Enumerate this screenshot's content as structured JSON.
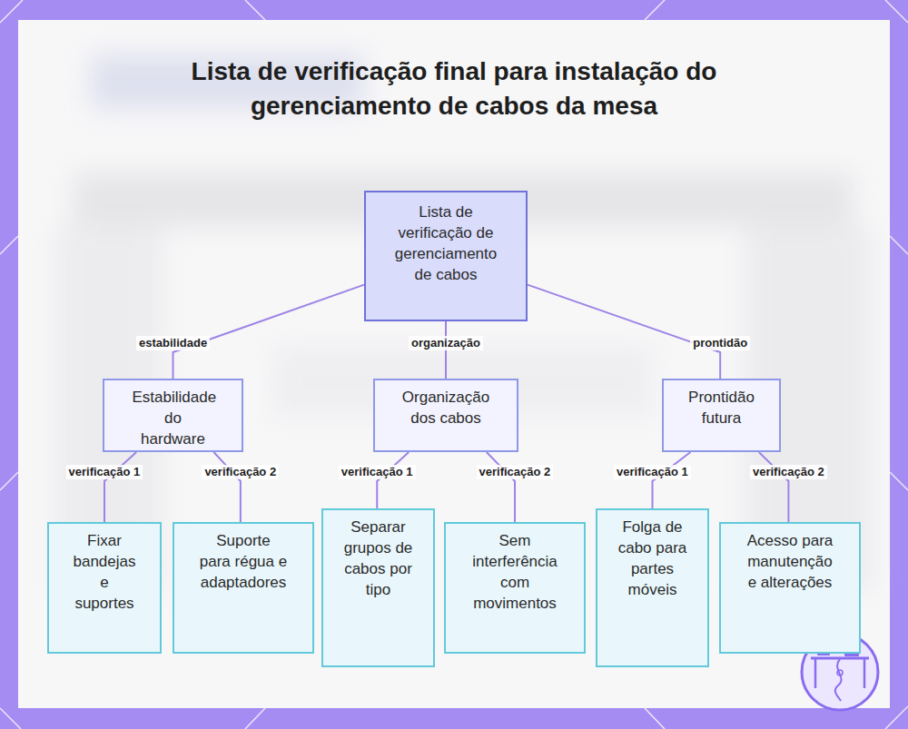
{
  "diagram": {
    "title": "Lista de verificação final para instalação do gerenciamento de cabos da mesa",
    "nodes": [
      {
        "text": [
          "Lista de verificação de gerenciamento de cabos"
        ]
      },
      {
        "text": [
          "Estabilidade do hardware"
        ]
      },
      {
        "text": [
          "Organização dos cabos"
        ]
      },
      {
        "text": [
          "Prontidão futura"
        ]
      },
      {
        "text": [
          "Fixar bandejas e suportes"
        ]
      },
      {
        "text": [
          "Suporte para régua e adaptadores"
        ]
      },
      {
        "text": [
          "Separar grupos de cabos por tipo"
        ]
      },
      {
        "text": [
          "Sem interferência com movimentos"
        ]
      },
      {
        "text": [
          "Folga de cabo para partes móveis"
        ]
      },
      {
        "text": [
          "Acesso para manutenção e alterações"
        ]
      }
    ],
    "edges": [
      {
        "from": 0,
        "to": 1,
        "arrow": "none",
        "label": "estabilidade"
      },
      {
        "from": 0,
        "to": 2,
        "arrow": "none",
        "label": "organização"
      },
      {
        "from": 0,
        "to": 3,
        "arrow": "none",
        "label": "prontidão"
      },
      {
        "from": 1,
        "to": 4,
        "arrow": "none",
        "label": "verificação 1"
      },
      {
        "from": 1,
        "to": 5,
        "arrow": "none",
        "label": "verificação 2"
      },
      {
        "from": 2,
        "to": 6,
        "arrow": "none",
        "label": "verificação 1"
      },
      {
        "from": 2,
        "to": 7,
        "arrow": "none",
        "label": "verificação 2"
      },
      {
        "from": 3,
        "to": 8,
        "arrow": "none",
        "label": "verificação 1"
      },
      {
        "from": 3,
        "to": 9,
        "arrow": "none",
        "label": "verificação 2"
      }
    ]
  }
}
